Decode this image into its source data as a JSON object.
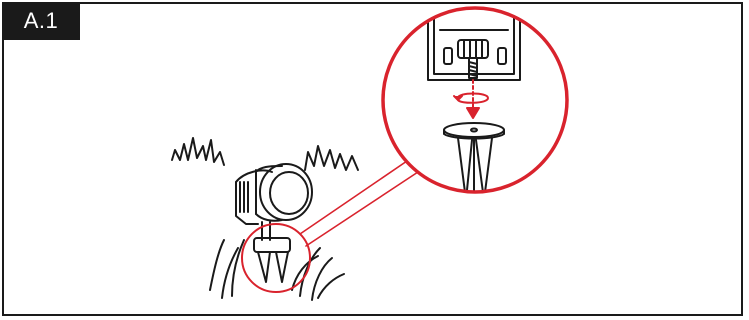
{
  "step": {
    "label": "A.1"
  },
  "colors": {
    "accent": "#d9232d",
    "ink": "#1a1a1a",
    "background": "#ffffff"
  },
  "illustration": {
    "subject": "spotlight-on-ground-stake",
    "detail_callout": "mounting-screw-into-stake"
  }
}
